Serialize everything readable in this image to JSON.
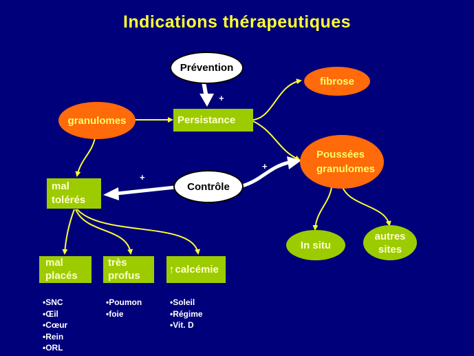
{
  "title": "Indications thérapeutiques",
  "nodes": {
    "prevention": "Prévention",
    "fibrose": "fibrose",
    "granulomes": "granulomes",
    "persistance": "Persistance",
    "poussees": [
      "Poussées",
      "granulomes"
    ],
    "mal_toleres": [
      "mal",
      "tolérés"
    ],
    "controle": "Contrôle",
    "in_situ": "In situ",
    "autres_sites": [
      "autres",
      "sites"
    ],
    "mal_places": [
      "mal",
      "placés"
    ],
    "tres_profus": [
      "très",
      "profus"
    ],
    "calcemie_arrow": "↑",
    "calcemie": "calcémie"
  },
  "signs": {
    "prevention_plus": "+",
    "controle_plus_left": "+",
    "controle_plus_right": "+"
  },
  "lists": {
    "mal_places": [
      "•SNC",
      "•Œil",
      "•Cœur",
      "•Rein",
      "•ORL"
    ],
    "tres_profus": [
      "•Poumon",
      "•foie"
    ],
    "calcemie": [
      "•Soleil",
      "•Régime",
      "•Vit. D"
    ]
  },
  "colors": {
    "background": "#00007a",
    "title": "#ffff33",
    "orange_node": "#ff6a0a",
    "green_node": "#9ccc00",
    "arrow": "#ffff33"
  }
}
